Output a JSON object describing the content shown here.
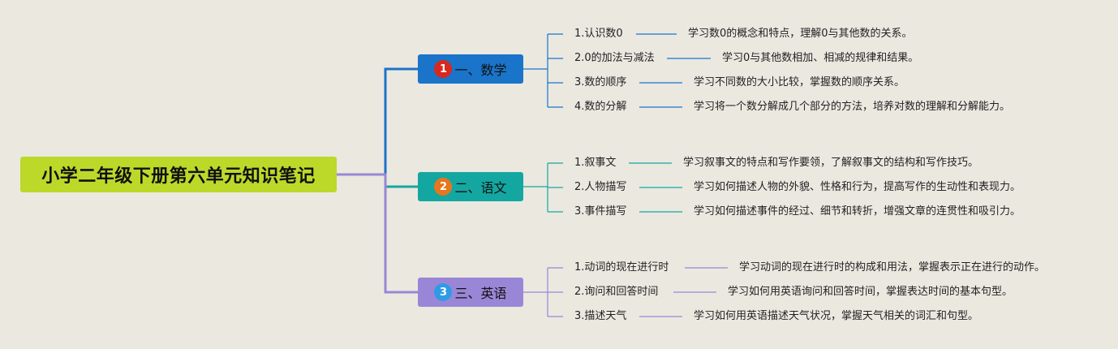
{
  "root": {
    "title": "小学二年级下册第六单元知识笔记"
  },
  "branches": [
    {
      "number": "1",
      "label": "一、数学",
      "color": "#1a74c9",
      "badge_color": "#d9281e",
      "topics": [
        {
          "title": "1.认识数0",
          "detail": "学习数0的概念和特点，理解0与其他数的关系。"
        },
        {
          "title": "2.0的加法与减法",
          "detail": "学习0与其他数相加、相减的规律和结果。"
        },
        {
          "title": "3.数的顺序",
          "detail": "学习不同数的大小比较，掌握数的顺序关系。"
        },
        {
          "title": "4.数的分解",
          "detail": "学习将一个数分解成几个部分的方法，培养对数的理解和分解能力。"
        }
      ]
    },
    {
      "number": "2",
      "label": "二、语文",
      "color": "#14a7a1",
      "badge_color": "#e8761c",
      "topics": [
        {
          "title": "1.叙事文",
          "detail": "学习叙事文的特点和写作要领，了解叙事文的结构和写作技巧。"
        },
        {
          "title": "2.人物描写",
          "detail": "学习如何描述人物的外貌、性格和行为，提高写作的生动性和表现力。"
        },
        {
          "title": "3.事件描写",
          "detail": "学习如何描述事件的经过、细节和转折，增强文章的连贯性和吸引力。"
        }
      ]
    },
    {
      "number": "3",
      "label": "三、英语",
      "color": "#9a86d6",
      "badge_color": "#2f9be6",
      "topics": [
        {
          "title": "1.动词的现在进行时",
          "detail": "学习动词的现在进行时的构成和用法，掌握表示正在进行的动作。"
        },
        {
          "title": "2.询问和回答时间",
          "detail": "学习如何用英语询问和回答时间，掌握表达时间的基本句型。"
        },
        {
          "title": "3.描述天气",
          "detail": "学习如何用英语描述天气状况，掌握天气相关的词汇和句型。"
        }
      ]
    }
  ]
}
